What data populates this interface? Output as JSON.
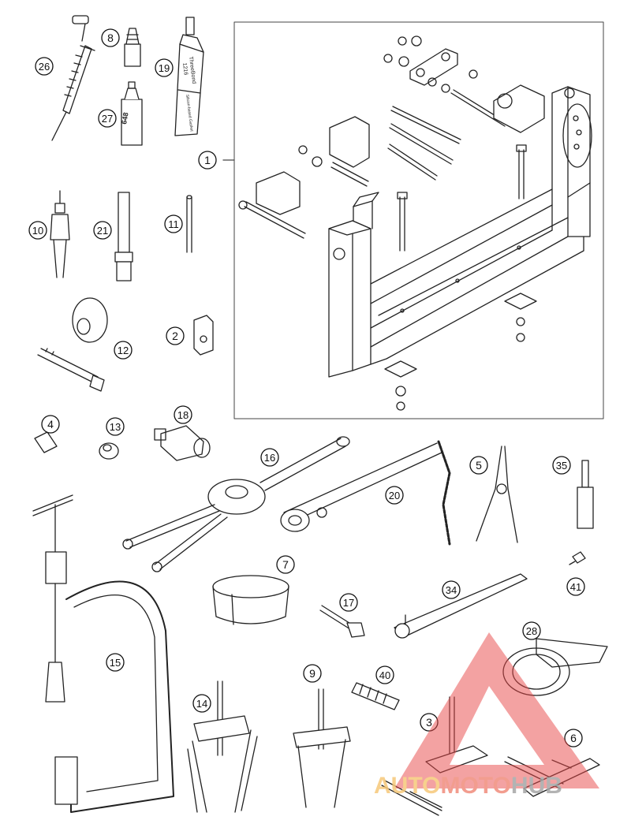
{
  "diagram": {
    "callouts": [
      {
        "id": "p1",
        "label": "1"
      },
      {
        "id": "p2",
        "label": "2"
      },
      {
        "id": "p3",
        "label": "3"
      },
      {
        "id": "p4",
        "label": "4"
      },
      {
        "id": "p5",
        "label": "5"
      },
      {
        "id": "p6",
        "label": "6"
      },
      {
        "id": "p7",
        "label": "7"
      },
      {
        "id": "p8",
        "label": "8"
      },
      {
        "id": "p9",
        "label": "9"
      },
      {
        "id": "p10",
        "label": "10"
      },
      {
        "id": "p11",
        "label": "11"
      },
      {
        "id": "p12",
        "label": "12"
      },
      {
        "id": "p13",
        "label": "13"
      },
      {
        "id": "p14",
        "label": "14"
      },
      {
        "id": "p15",
        "label": "15"
      },
      {
        "id": "p16",
        "label": "16"
      },
      {
        "id": "p17",
        "label": "17"
      },
      {
        "id": "p18",
        "label": "18"
      },
      {
        "id": "p19",
        "label": "19"
      },
      {
        "id": "p20",
        "label": "20"
      },
      {
        "id": "p21",
        "label": "21"
      },
      {
        "id": "p26",
        "label": "26"
      },
      {
        "id": "p27",
        "label": "27"
      },
      {
        "id": "p28",
        "label": "28"
      },
      {
        "id": "p34",
        "label": "34"
      },
      {
        "id": "p35",
        "label": "35"
      },
      {
        "id": "p40",
        "label": "40"
      },
      {
        "id": "p41",
        "label": "41"
      }
    ],
    "product_text": {
      "threebond_brand": "ThreeBond",
      "threebond_code": "1216",
      "threebond_desc": "Silicon-based Gasket",
      "loctite_code": "648"
    }
  },
  "watermark": {
    "part_auto": "AUTO",
    "part_moto": "MOTO",
    "part_hub": "HUB",
    "color_auto": "#f6c87a",
    "color_moto": "#f08c7c",
    "color_hub": "#a6a6a6",
    "triangle_color": "#e84a4a"
  }
}
